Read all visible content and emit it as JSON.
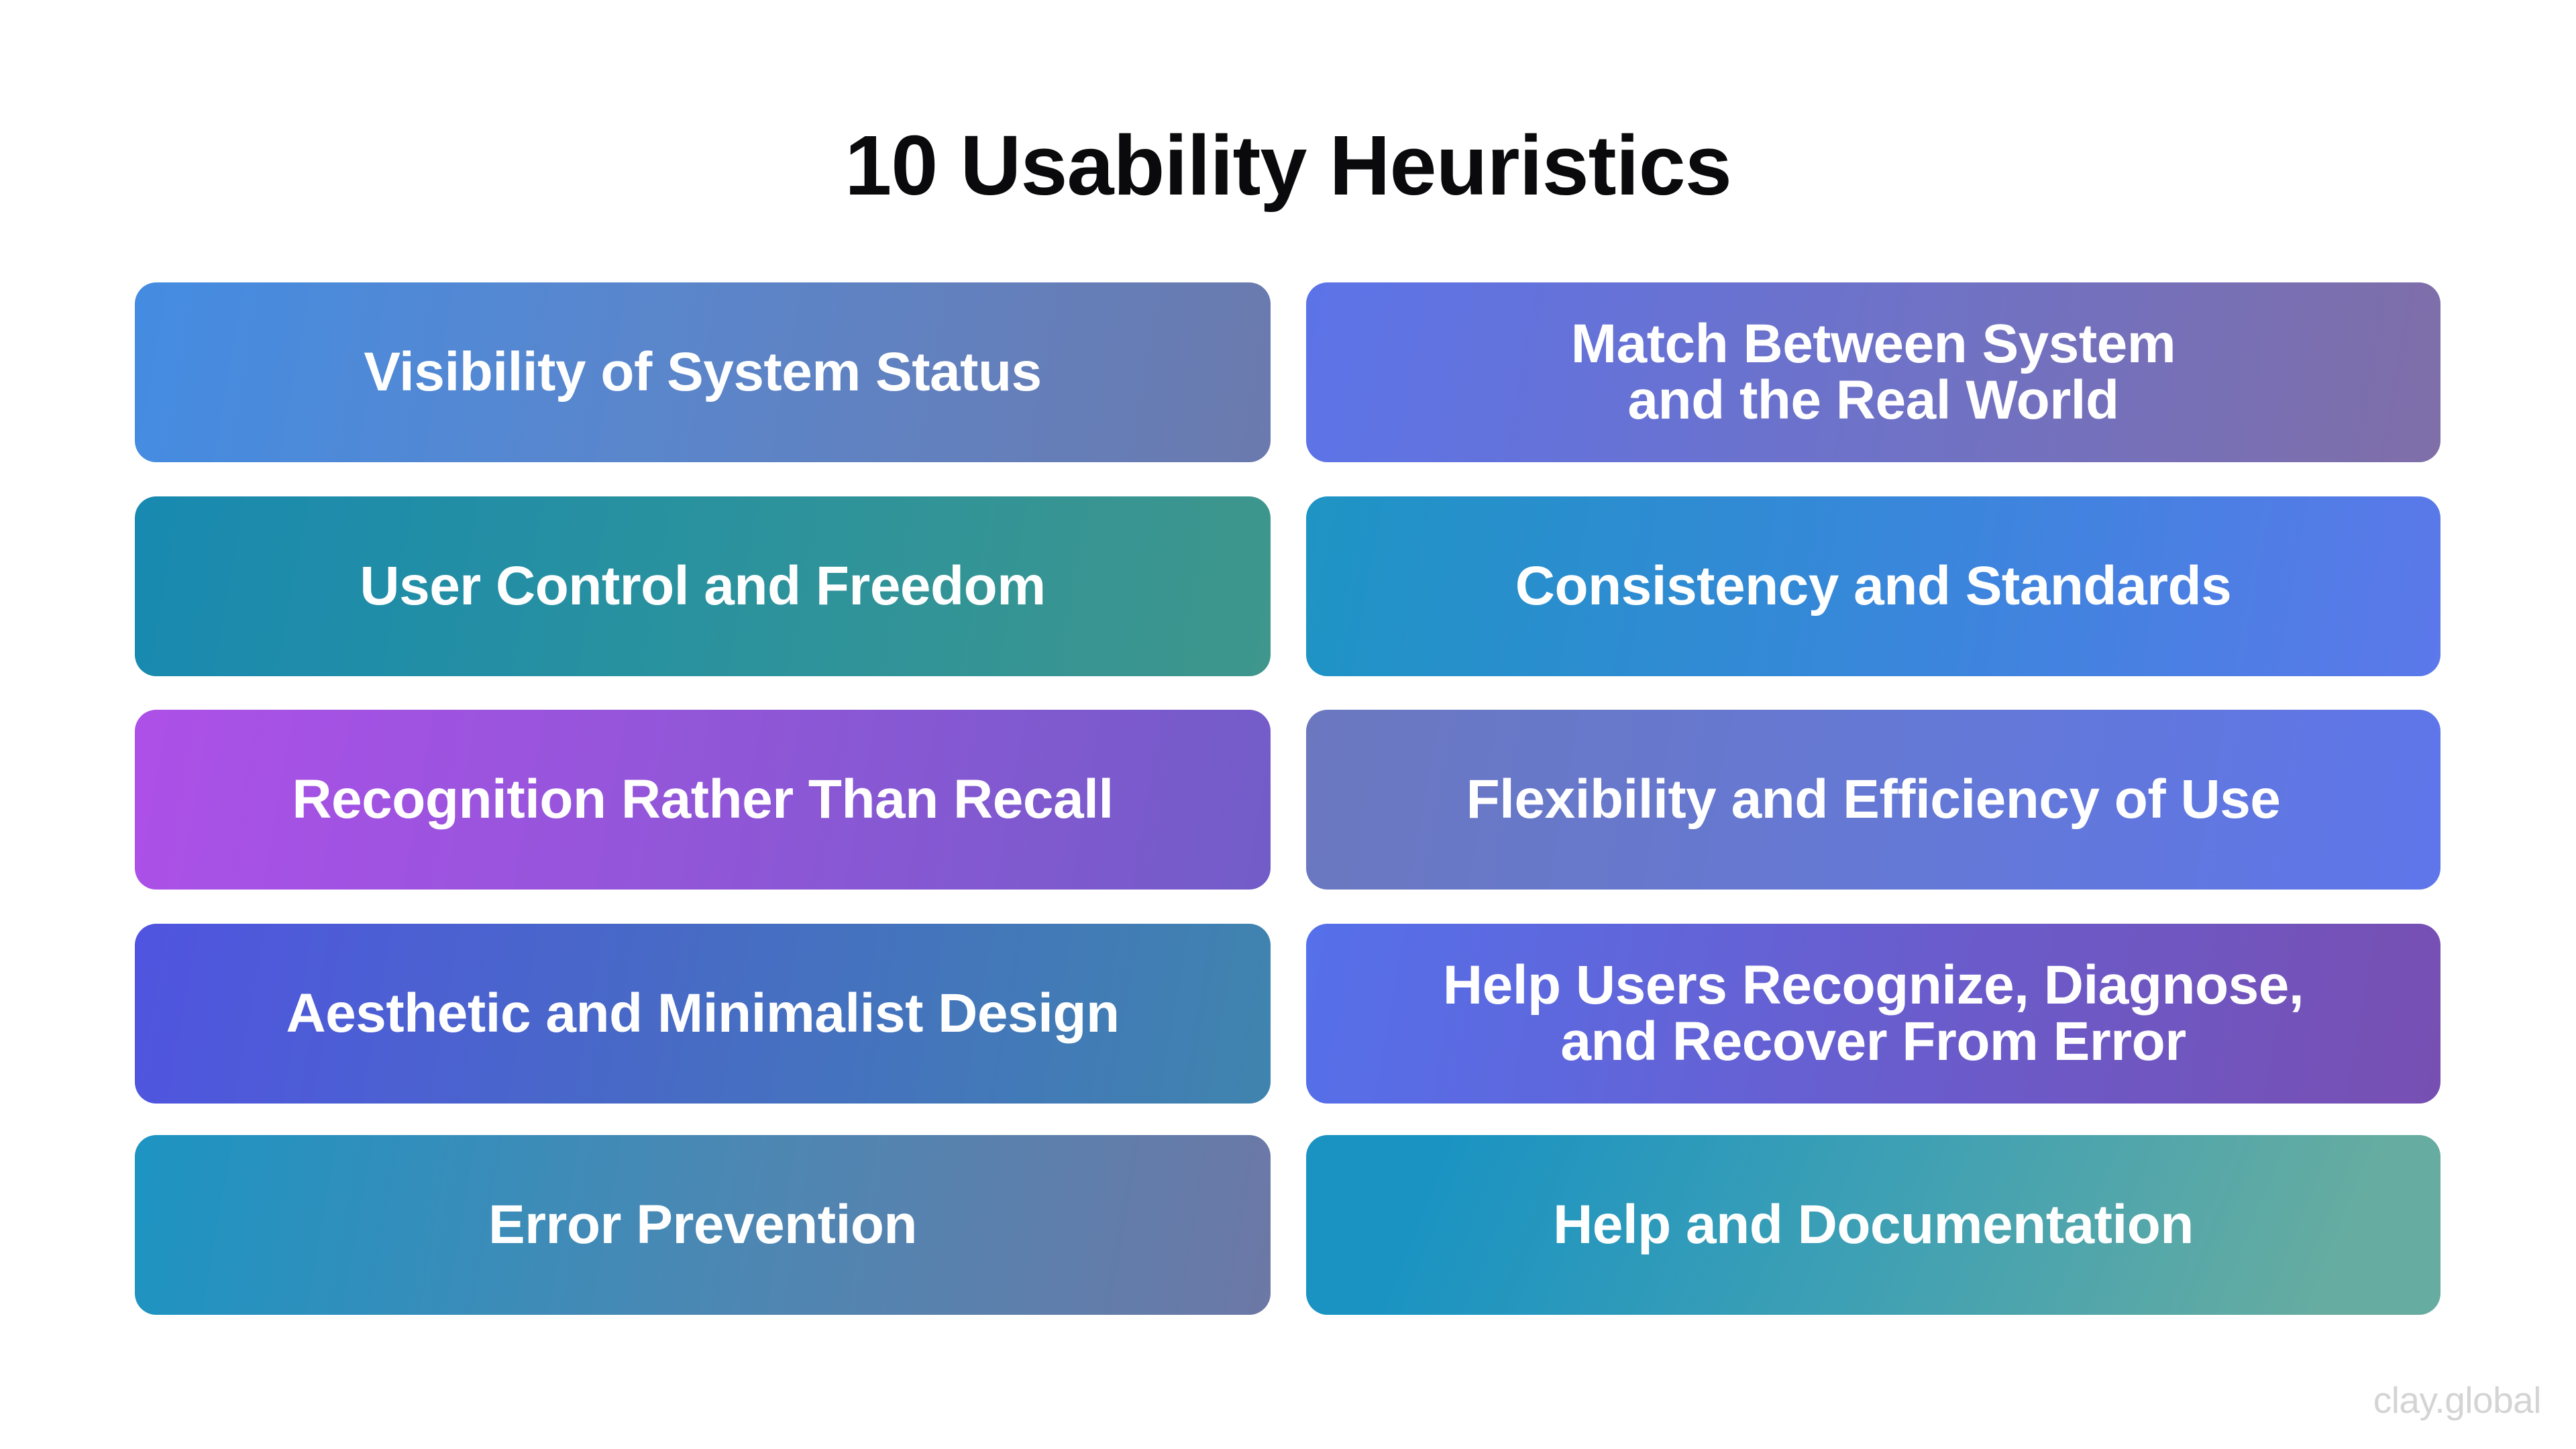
{
  "title": "10 Usability Heuristics",
  "heuristics": [
    {
      "label": "Visibility of System Status",
      "gradient": [
        "#448ce2",
        "#6b7aae"
      ]
    },
    {
      "label": "Match Between System\nand the Real World",
      "gradient": [
        "#5c73e8",
        "#7f6ea8"
      ]
    },
    {
      "label": "User Control and Freedom",
      "gradient": [
        "#1889b0",
        "#3e968c"
      ]
    },
    {
      "label": "Consistency and Standards",
      "gradient": [
        "#1e94c4",
        "#5c78ea"
      ]
    },
    {
      "label": "Recognition Rather Than Recall",
      "gradient": [
        "#ad50e8",
        "#725cc8"
      ]
    },
    {
      "label": "Flexibility and Efficiency of Use",
      "gradient": [
        "#6b78c0",
        "#5e76ea"
      ]
    },
    {
      "label": "Aesthetic and Minimalist Design",
      "gradient": [
        "#5054e0",
        "#3f84ae"
      ]
    },
    {
      "label": "Help Users Recognize, Diagnose,\nand Recover From Error",
      "gradient": [
        "#5570ea",
        "#774fb2"
      ]
    },
    {
      "label": "Error Prevention",
      "gradient": [
        "#1d94c2",
        "#6c78a6"
      ]
    },
    {
      "label": "Help and Documentation",
      "gradient": [
        "#1b93c2",
        "#66aca1"
      ]
    }
  ],
  "watermark": "clay.global",
  "colors": {
    "background": "#ffffff",
    "title": "#0a0a0c",
    "card_text": "#ffffff",
    "watermark": "#d4d4d4"
  }
}
